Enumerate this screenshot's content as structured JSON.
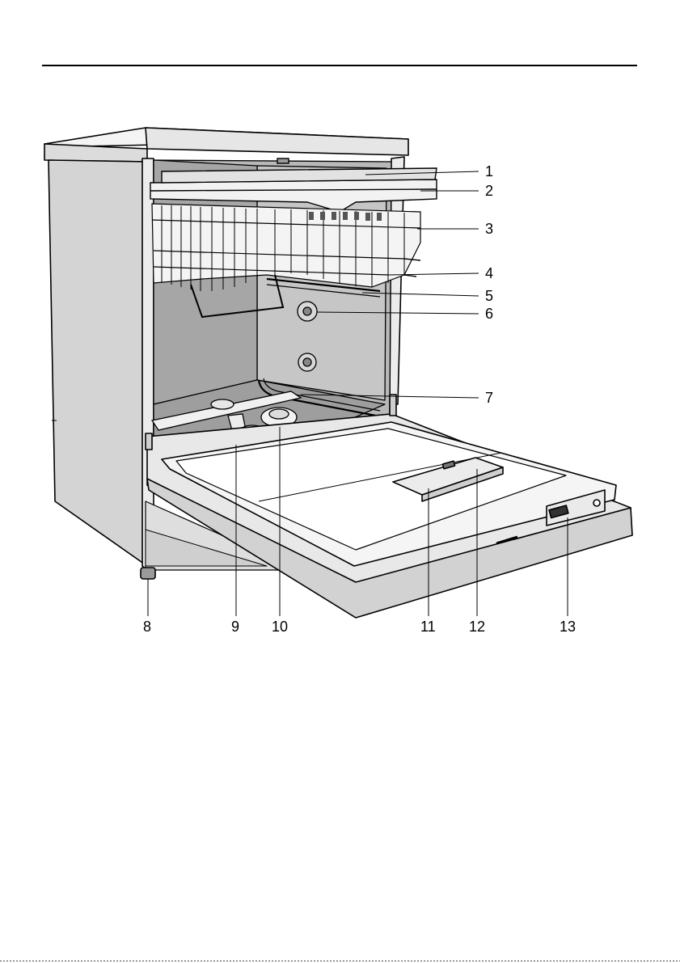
{
  "callouts": [
    {
      "id": "1",
      "text": "1"
    },
    {
      "id": "2",
      "text": "2"
    },
    {
      "id": "3",
      "text": "3"
    },
    {
      "id": "4",
      "text": "4"
    },
    {
      "id": "5",
      "text": "5"
    },
    {
      "id": "6",
      "text": "6"
    },
    {
      "id": "7",
      "text": "7"
    },
    {
      "id": "8",
      "text": "8"
    },
    {
      "id": "9",
      "text": "9"
    },
    {
      "id": "10",
      "text": "10"
    },
    {
      "id": "11",
      "text": "11"
    },
    {
      "id": "12",
      "text": "12"
    },
    {
      "id": "13",
      "text": "13"
    }
  ],
  "colors": {
    "line": "#000000",
    "tub_shadow": "#a8a8a8",
    "panel_light": "#e6e6e6",
    "panel_mid": "#d0d0d0",
    "white": "#ffffff"
  }
}
